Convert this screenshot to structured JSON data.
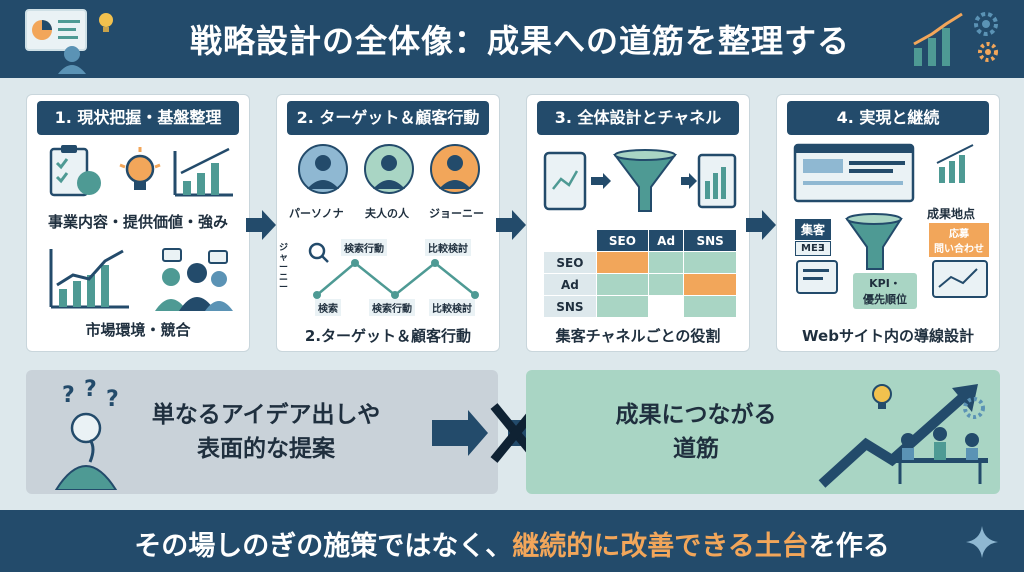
{
  "header": {
    "title": "戦略設計の全体像：成果への道筋を整理する"
  },
  "cards": [
    {
      "title": "1. 現状把握・基盤整理",
      "label_top": "事業内容・提供価値・強み",
      "label_bottom": "市場環境・競合"
    },
    {
      "title": "2. ターゲット＆顧客行動",
      "personas": [
        "パーソノナ",
        "夫人の人",
        "ジョーニー"
      ],
      "journey_axis": "ジャーニー",
      "journey_labels": [
        "検索行動",
        "比較検討",
        "検索",
        "検索行動",
        "比較検討"
      ],
      "label_bottom": "2.ターゲット＆顧客行動"
    },
    {
      "title": "3. 全体設計とチャネル",
      "table_cols": [
        "SEO",
        "Ad",
        "SNS"
      ],
      "table_rows": [
        "SEO",
        "Ad",
        "SNS"
      ],
      "label_bottom": "集客チャネルごとの役割"
    },
    {
      "title": "4. 実現と継続",
      "funnel_labels": [
        "集客",
        "MEƎ"
      ],
      "goal_label": "成果地点",
      "goal_sub": "応募\n問い合わせ",
      "kpi_label": "KPI・\n優先順位",
      "label_bottom": "Webサイト内の導線設計"
    }
  ],
  "bottom": {
    "left_text": [
      "単なるアイデア出しや",
      "表面的な提案"
    ],
    "right_text": [
      "成果につながる",
      "道筋"
    ]
  },
  "footer": {
    "text_before": "その場しのぎの施策ではなく、",
    "text_accent": "継続的に改善できる土台",
    "text_after": "を作る"
  },
  "colors": {
    "navy": "#234b6b",
    "teal": "#4e9a94",
    "orange": "#f2a65a",
    "mint": "#a9d5c4",
    "grey": "#c9d2d9"
  }
}
